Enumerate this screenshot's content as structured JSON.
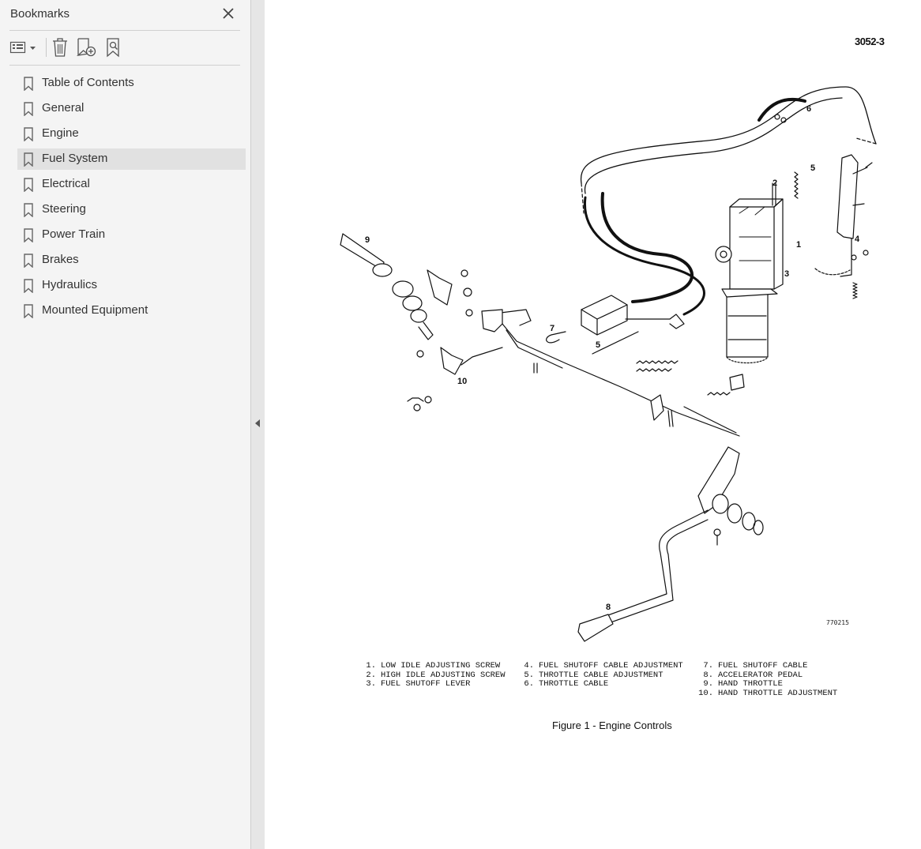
{
  "sidebar": {
    "title": "Bookmarks",
    "items": [
      {
        "label": "Table of Contents",
        "selected": false
      },
      {
        "label": "General",
        "selected": false
      },
      {
        "label": "Engine",
        "selected": false
      },
      {
        "label": "Fuel System",
        "selected": true
      },
      {
        "label": "Electrical",
        "selected": false
      },
      {
        "label": "Steering",
        "selected": false
      },
      {
        "label": "Power Train",
        "selected": false
      },
      {
        "label": "Brakes",
        "selected": false
      },
      {
        "label": "Hydraulics",
        "selected": false
      },
      {
        "label": "Mounted Equipment",
        "selected": false
      }
    ],
    "toolbar": {
      "options_icon": "list-options-icon",
      "delete_icon": "trash-icon",
      "new_bookmark_icon": "bookmark-add-icon",
      "find_bookmark_icon": "bookmark-find-icon"
    }
  },
  "document": {
    "page_number": "3052-3",
    "drawing_id": "770215",
    "callouts": [
      "1",
      "2",
      "3",
      "4",
      "5",
      "6",
      "7",
      "5",
      "8",
      "9",
      "10"
    ],
    "legend": [
      [
        {
          "num": "1.",
          "text": "LOW IDLE ADJUSTING SCREW"
        },
        {
          "num": "2.",
          "text": "HIGH IDLE ADJUSTING SCREW"
        },
        {
          "num": "3.",
          "text": "FUEL SHUTOFF LEVER"
        }
      ],
      [
        {
          "num": "4.",
          "text": "FUEL SHUTOFF CABLE ADJUSTMENT"
        },
        {
          "num": "5.",
          "text": "THROTTLE CABLE ADJUSTMENT"
        },
        {
          "num": "6.",
          "text": "THROTTLE CABLE"
        }
      ],
      [
        {
          "num": "7.",
          "text": "FUEL SHUTOFF CABLE"
        },
        {
          "num": "8.",
          "text": "ACCELERATOR PEDAL"
        },
        {
          "num": "9.",
          "text": "HAND THROTTLE"
        },
        {
          "num": "10.",
          "text": "HAND THROTTLE ADJUSTMENT"
        }
      ]
    ],
    "caption": "Figure 1 - Engine Controls"
  }
}
